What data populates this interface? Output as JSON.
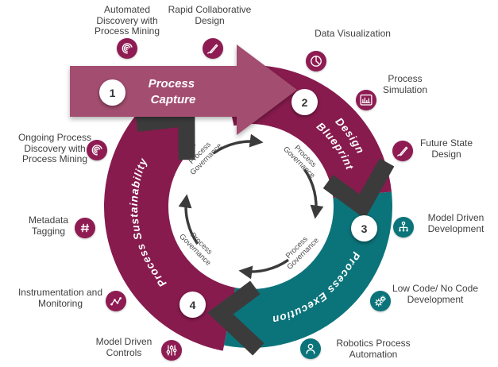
{
  "diagram": {
    "type": "process-lifecycle-cycle",
    "center_label_repeated": "Process Governance",
    "flow_direction": "clockwise"
  },
  "colors": {
    "maroon_dark": "#871B4E",
    "mauve_arrow": "#A34E6F",
    "teal": "#0B747A",
    "icon_maroon": "#8E1C52",
    "chevron_gray": "#3B3B3B",
    "label_text": "#3F3F3F"
  },
  "phases": [
    {
      "number": "1",
      "name": "Process Capture",
      "line1": "Process",
      "line2": "Capture"
    },
    {
      "number": "2",
      "name": "Design Blueprint",
      "line1": "Design",
      "line2": "Blueprint"
    },
    {
      "number": "3",
      "name": "Process Execution"
    },
    {
      "number": "4",
      "name": "Process Sustainability"
    }
  ],
  "governance": {
    "line1": "Process",
    "line2": "Governance"
  },
  "items": [
    {
      "lines": [
        "Automated",
        "Discovery with",
        "Process Mining"
      ],
      "icon": "process-mining-icon",
      "color": "maroon"
    },
    {
      "lines": [
        "Rapid Collaborative",
        "Design"
      ],
      "icon": "brush-icon",
      "color": "maroon"
    },
    {
      "lines": [
        "Data Visualization"
      ],
      "icon": "pie-chart-icon",
      "color": "maroon"
    },
    {
      "lines": [
        "Process",
        "Simulation"
      ],
      "icon": "bar-chart-icon",
      "color": "maroon"
    },
    {
      "lines": [
        "Future State",
        "Design"
      ],
      "icon": "pen-icon",
      "color": "maroon"
    },
    {
      "lines": [
        "Model Driven",
        "Development"
      ],
      "icon": "hierarchy-icon",
      "color": "teal"
    },
    {
      "lines": [
        "Low Code/ No Code",
        "Development"
      ],
      "icon": "gears-icon",
      "color": "teal"
    },
    {
      "lines": [
        "Robotics Process",
        "Automation"
      ],
      "icon": "person-icon",
      "color": "teal"
    },
    {
      "lines": [
        "Model Driven",
        "Controls"
      ],
      "icon": "sliders-icon",
      "color": "maroon"
    },
    {
      "lines": [
        "Instrumentation and",
        "Monitoring"
      ],
      "icon": "network-icon",
      "color": "maroon"
    },
    {
      "lines": [
        "Metadata",
        "Tagging"
      ],
      "icon": "hashtag-icon",
      "color": "maroon"
    },
    {
      "lines": [
        "Ongoing Process",
        "Discovery with",
        "Process Mining"
      ],
      "icon": "process-mining-icon",
      "color": "maroon"
    }
  ]
}
